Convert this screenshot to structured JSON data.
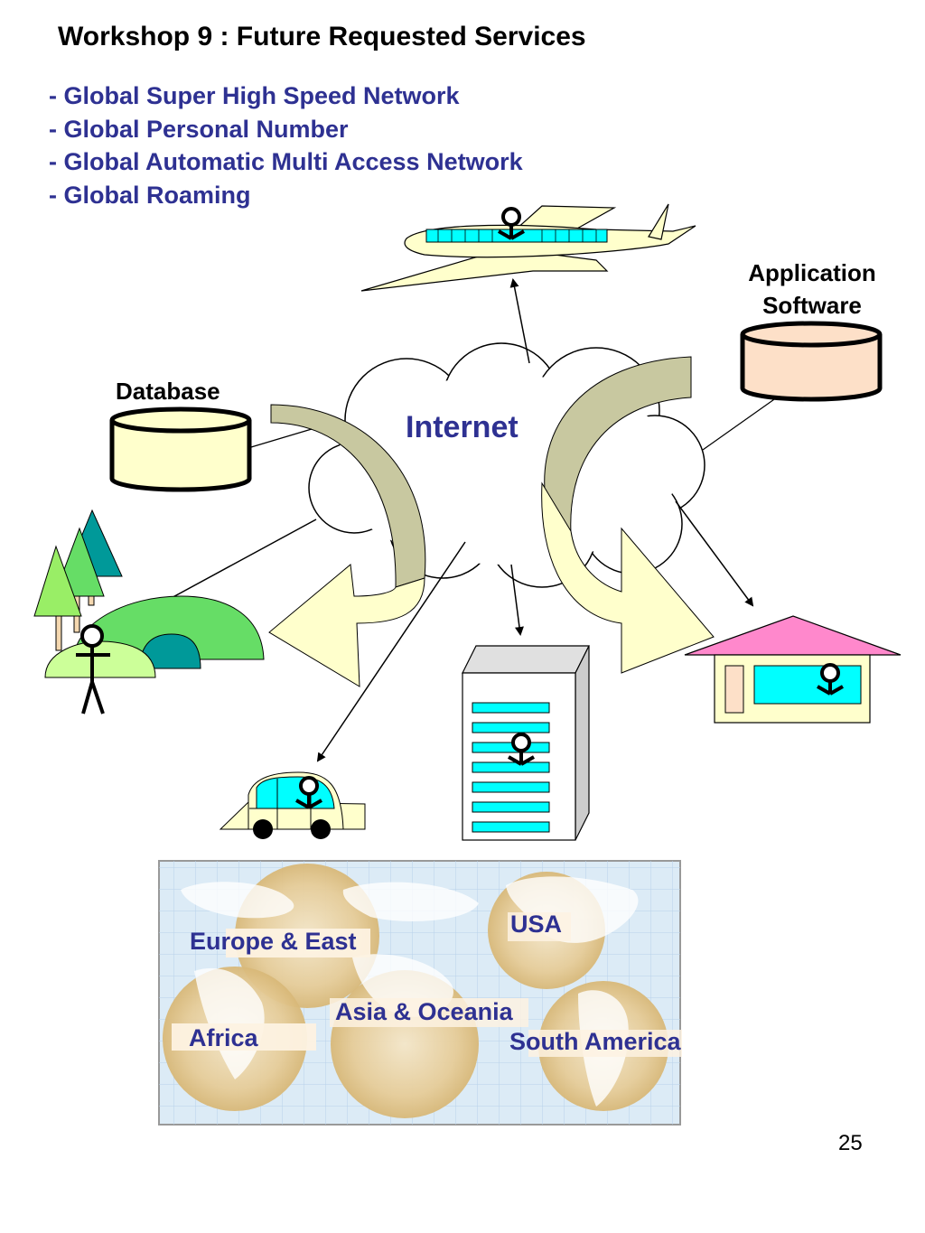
{
  "title": "Workshop 9 : Future Requested Services",
  "bullets": [
    "- Global Super High Speed Network",
    "- Global Personal Number",
    "- Global Automatic Multi Access Network",
    "- Global Roaming"
  ],
  "diagram": {
    "center_label": "Internet",
    "database_label": "Database",
    "app_software_label": "Application Software",
    "app_software_line1": "Application",
    "app_software_line2": "Software"
  },
  "map": {
    "regions": [
      "Europe & East",
      "USA",
      "Asia & Oceania",
      "Africa",
      "South America"
    ]
  },
  "page_number": "25",
  "colors": {
    "bullet_text": "#2e3192",
    "cloud_fill": "#ffffff",
    "cylinder_db_fill": "#ffffcc",
    "cylinder_app_fill": "#fde0c8",
    "building_window": "#00ffff",
    "house_roof": "#ff88cc",
    "tree_dark": "#009999",
    "tree_light": "#99ee66",
    "hill_green": "#66dd66",
    "arrow_cream": "#ffffcc",
    "arrow_khaki": "#c8c8a0"
  }
}
